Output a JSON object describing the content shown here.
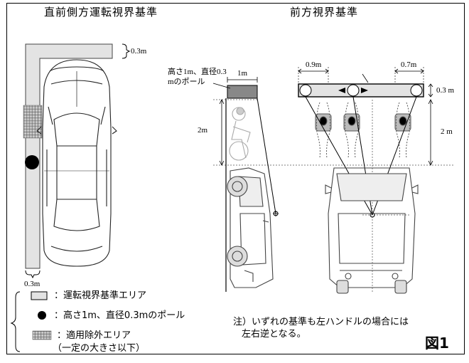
{
  "titles": {
    "left": "直前側方運転視界基準",
    "right": "前方視界基準"
  },
  "left_diagram": {
    "width_dim": "0.3m",
    "bottom_dim": "0.3m"
  },
  "right_diagram": {
    "pole_label_line1": "高さ1m、直径0.3",
    "pole_label_line2": "mのポール",
    "pole_width_dim": "1m",
    "side_height_dim": "2m",
    "left_gap_dim": "0.9m",
    "right_gap_dim": "0.7m",
    "bar_height_dim": "0.3 m",
    "front_height_dim": "2 m"
  },
  "legend": {
    "items": [
      {
        "symbol": "light-box",
        "label": "：運転視界基準エリア"
      },
      {
        "symbol": "black-dot",
        "label": "：高さ1m、直径0.3mのポール"
      },
      {
        "symbol": "hatched-box",
        "label": "：適用除外エリア"
      }
    ],
    "sub_note": "（一定の大きさ以下）"
  },
  "note": {
    "line1": "注）いずれの基準も左ハンドルの場合には",
    "line2": "左右逆となる。"
  },
  "figure_label": "図1"
}
